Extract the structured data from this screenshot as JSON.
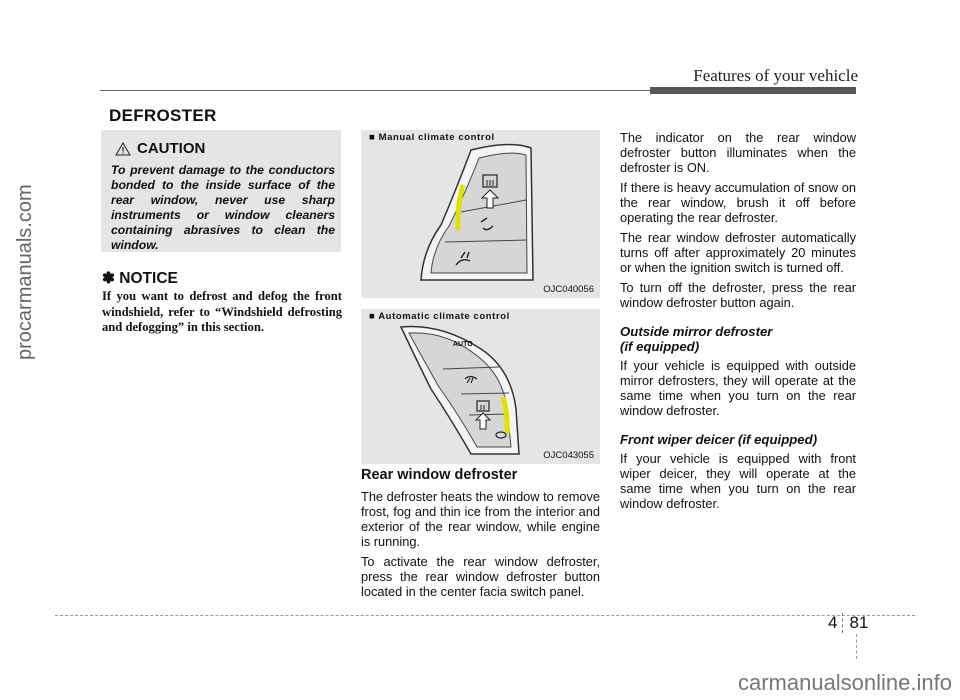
{
  "header": {
    "title": "Features of your vehicle"
  },
  "section": {
    "title": "DEFROSTER"
  },
  "caution": {
    "title": "CAUTION",
    "text": "To prevent damage to the conductors bonded to the inside surface of the rear window, never use sharp instruments or window cleaners containing abrasives to clean the window."
  },
  "notice": {
    "title": "✽ NOTICE",
    "text": "If you want to defrost and defog the front windshield, refer to “Windshield defrosting and defogging” in this section."
  },
  "figures": [
    {
      "label": "■ Manual climate control",
      "code": "OJC040056"
    },
    {
      "label": "■ Automatic climate control",
      "code": "OJC043055",
      "auto_label": "AUTO"
    }
  ],
  "rear": {
    "title": "Rear window defroster",
    "p1": "The defroster heats the window to remove frost, fog and thin ice from the interior and exterior of the rear window, while engine is running.",
    "p2": "To activate the rear window defroster, press the rear window defroster button located in the center facia switch panel."
  },
  "col3": {
    "p1": "The indicator on the rear window defroster button illuminates when the defroster is ON.",
    "p2": "If there is heavy accumulation of snow on the rear window, brush it off before operating the rear defroster.",
    "p3": "The rear window defroster automatically turns off after approximately 20 minutes or when the ignition switch is turned off.",
    "p4": "To turn off the defroster, press the rear window defroster button again.",
    "mirror_title_1": "Outside mirror defroster",
    "mirror_title_2": "(if equipped)",
    "mirror_text": "If your vehicle is equipped with outside mirror defrosters, they will operate at the same time when you turn on the rear window defroster.",
    "wiper_title": "Front wiper deicer (if equipped)",
    "wiper_text": "If your vehicle is equipped with front wiper deicer, they will operate at the same time when you turn on the rear window defroster."
  },
  "footer": {
    "chapter": "4",
    "page": "81"
  },
  "watermarks": {
    "left": "procarmanuals.com",
    "bottom": "carmanualsonline.info"
  },
  "colors": {
    "highlight": "#e3e000",
    "panel": "#e5e5e5"
  }
}
